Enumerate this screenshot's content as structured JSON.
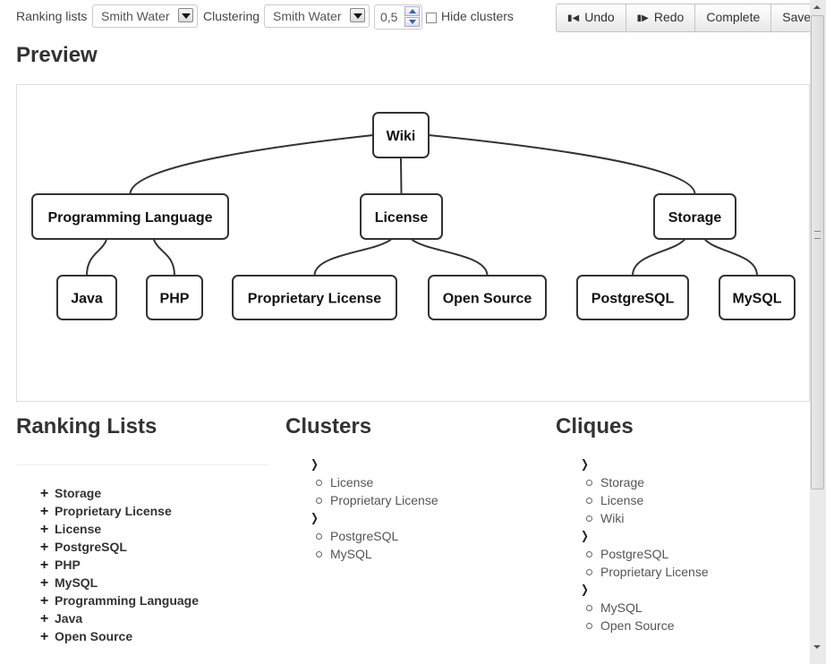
{
  "toolbar": {
    "ranking_label": "Ranking lists",
    "ranking_select": "Smith Water",
    "clustering_label": "Clustering",
    "clustering_select": "Smith Water",
    "threshold_value": "0,5",
    "hide_clusters_label": "Hide clusters",
    "hide_clusters_checked": false,
    "undo_label": "Undo",
    "redo_label": "Redo",
    "complete_label": "Complete",
    "save_label": "Save"
  },
  "preview": {
    "title": "Preview",
    "nodes": [
      {
        "id": "wiki",
        "label": "Wiki"
      },
      {
        "id": "pl",
        "label": "Programming Language"
      },
      {
        "id": "license",
        "label": "License"
      },
      {
        "id": "storage",
        "label": "Storage"
      },
      {
        "id": "java",
        "label": "Java"
      },
      {
        "id": "php",
        "label": "PHP"
      },
      {
        "id": "prop",
        "label": "Proprietary License"
      },
      {
        "id": "os",
        "label": "Open Source"
      },
      {
        "id": "pg",
        "label": "PostgreSQL"
      },
      {
        "id": "mysql",
        "label": "MySQL"
      }
    ],
    "edges": [
      [
        "wiki",
        "pl"
      ],
      [
        "wiki",
        "license"
      ],
      [
        "wiki",
        "storage"
      ],
      [
        "pl",
        "java"
      ],
      [
        "pl",
        "php"
      ],
      [
        "license",
        "prop"
      ],
      [
        "license",
        "os"
      ],
      [
        "storage",
        "pg"
      ],
      [
        "storage",
        "mysql"
      ]
    ]
  },
  "ranking_lists": {
    "title": "Ranking Lists",
    "items": [
      "Storage",
      "Proprietary License",
      "License",
      "PostgreSQL",
      "PHP",
      "MySQL",
      "Programming Language",
      "Java",
      "Open Source"
    ]
  },
  "clusters": {
    "title": "Clusters",
    "groups": [
      [
        "License",
        "Proprietary License"
      ],
      [
        "PostgreSQL",
        "MySQL"
      ]
    ]
  },
  "cliques": {
    "title": "Cliques",
    "groups": [
      [
        "Storage",
        "License",
        "Wiki"
      ],
      [
        "PostgreSQL",
        "Proprietary License"
      ],
      [
        "MySQL",
        "Open Source"
      ]
    ]
  }
}
